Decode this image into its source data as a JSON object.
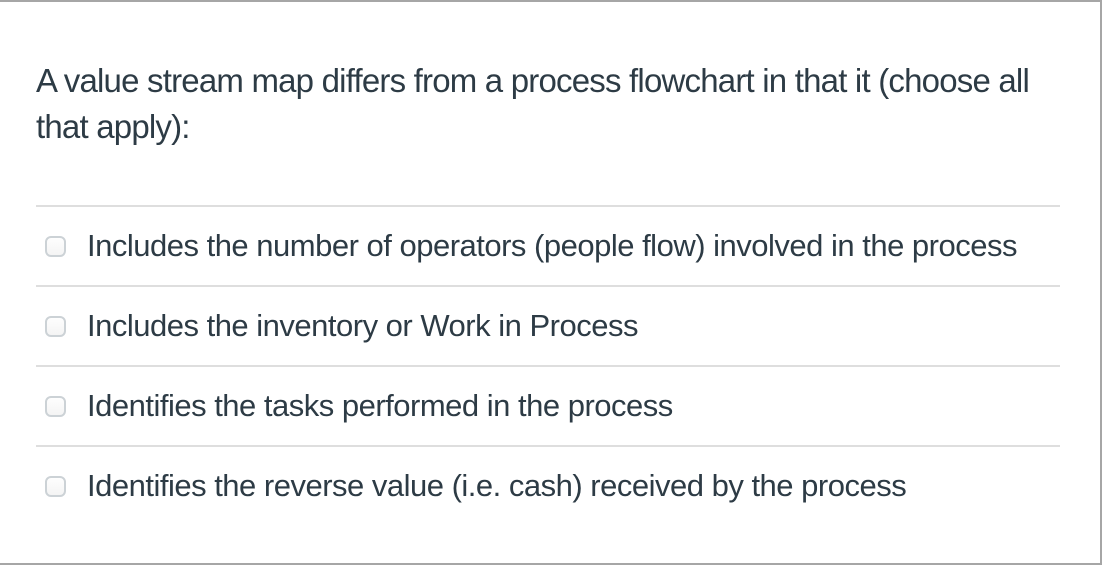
{
  "question": {
    "text": "A value stream map differs from a process flowchart in that it (choose all that apply):"
  },
  "options": [
    {
      "label": "Includes the number of operators (people flow) involved in the process",
      "checked": false
    },
    {
      "label": "Includes the inventory or Work in Process",
      "checked": false
    },
    {
      "label": "Identifies the tasks performed in the process",
      "checked": false
    },
    {
      "label": "Identifies the reverse value (i.e. cash) received by the process",
      "checked": false
    }
  ],
  "colors": {
    "text": "#2d3b45",
    "panel_border": "#a6a6a6",
    "divider": "#dedede",
    "checkbox_border": "#ccd2d6",
    "background": "#ffffff"
  }
}
